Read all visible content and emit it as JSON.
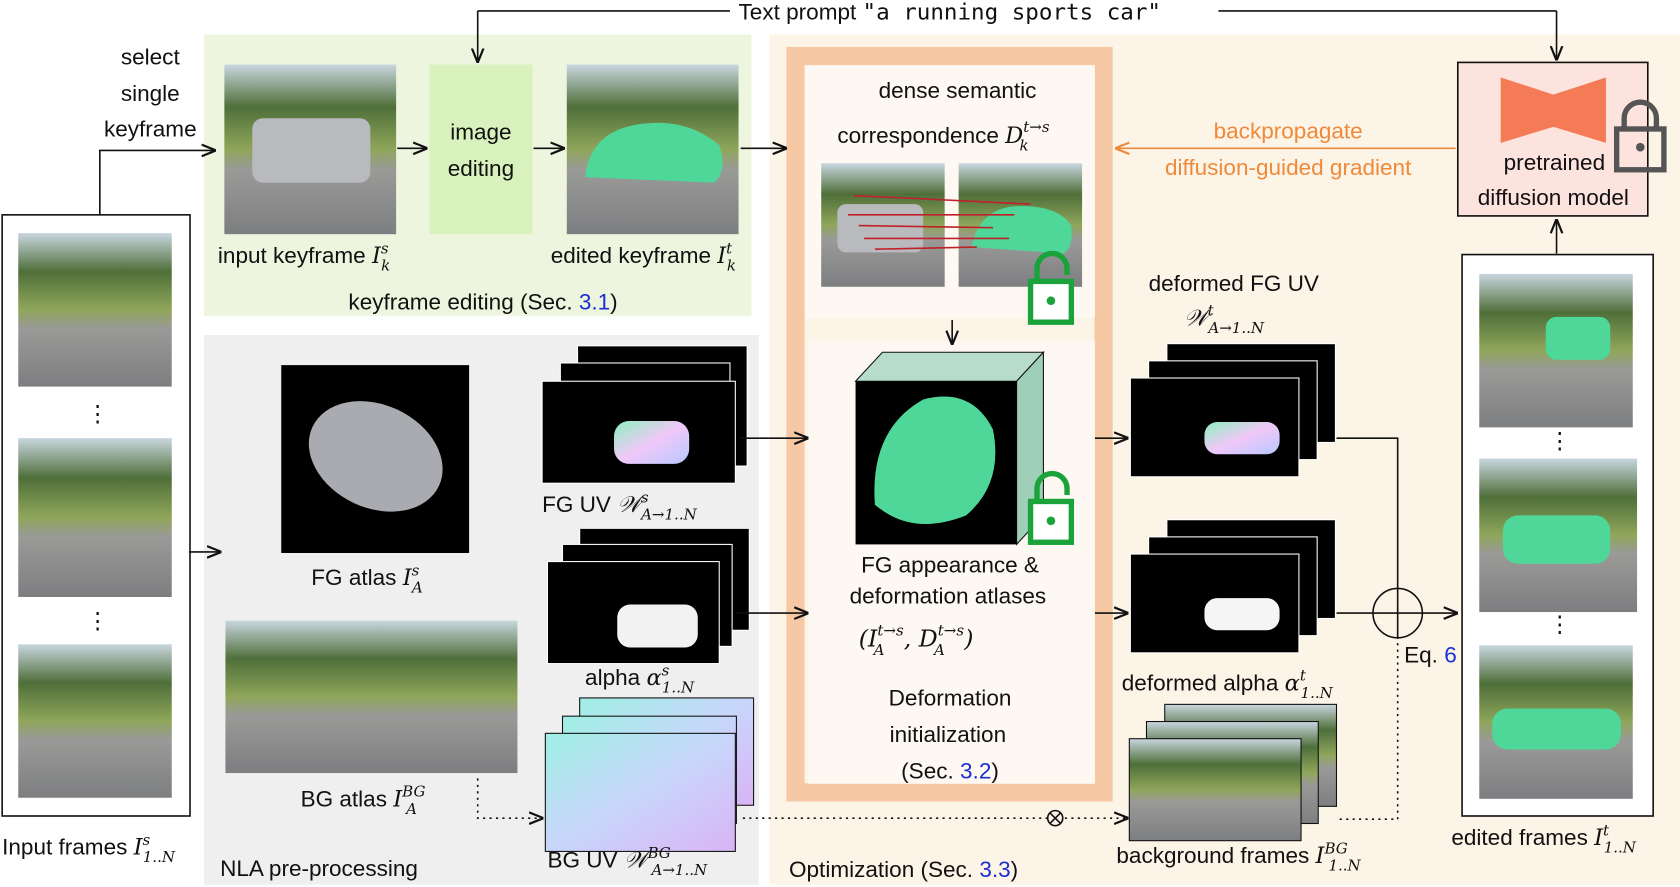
{
  "text_prompt": {
    "label": "Text prompt",
    "value": "\"a running sports car\""
  },
  "select_keyframe": [
    "select",
    "single",
    "keyframe"
  ],
  "keyframe_editing": {
    "input_keyframe": {
      "text": "input keyframe",
      "sym": "I",
      "sup": "s",
      "sub": "k"
    },
    "image_editing": [
      "image",
      "editing"
    ],
    "edited_keyframe": {
      "text": "edited keyframe",
      "sym": "I",
      "sup": "t",
      "sub": "k"
    },
    "caption": "keyframe editing (Sec. ",
    "ref": "3.1",
    "caption_end": ")"
  },
  "input_frames": {
    "text": "Input frames",
    "sym": "I",
    "sup": "s",
    "sub": "1..N"
  },
  "nla": {
    "title": "NLA pre-processing",
    "fg_atlas": {
      "text": "FG atlas",
      "sym": "I",
      "sup": "s",
      "sub": "A"
    },
    "fg_uv": {
      "text": "FG UV",
      "sym": "𝒲",
      "sup": "s",
      "sub": "A→1..N"
    },
    "alpha": {
      "text": "alpha",
      "sym": "α",
      "sup": "s",
      "sub": "1..N"
    },
    "bg_atlas": {
      "text": "BG atlas",
      "sym": "I",
      "sup": "BG",
      "sub": "A"
    },
    "bg_uv": {
      "text": "BG UV",
      "sym": "𝒲",
      "sup": "BG",
      "sub": "A→1..N"
    }
  },
  "optimization": {
    "title": "Optimization (Sec. ",
    "ref": "3.3",
    "title_end": ")",
    "correspondence": {
      "line1": "dense semantic",
      "line2": "correspondence",
      "sym": "D",
      "sup": "t→s",
      "sub": "k"
    },
    "atlases": {
      "line1": "FG appearance &",
      "line2": "deformation atlases",
      "formula": "(I",
      "f_sup1": "t→s",
      "f_sub1": "A",
      "f_mid": ",  D",
      "f_sup2": "t→s",
      "f_sub2": "A",
      "f_end": ")"
    },
    "deformation_init": {
      "line1": "Deformation",
      "line2": "initialization",
      "line3": "(Sec. ",
      "ref": "3.2",
      "end": ")"
    },
    "deformed_fg_uv": {
      "text": "deformed FG UV",
      "sym": "𝒲",
      "sup": "t",
      "sub": "A→1..N"
    },
    "deformed_alpha": {
      "text": "deformed alpha",
      "sym": "α",
      "sup": "t",
      "sub": "1..N"
    },
    "background_frames": {
      "text": "background frames",
      "sym": "I",
      "sup": "BG",
      "sub": "1..N"
    },
    "backpropagate": [
      "backpropagate",
      "diffusion-guided gradient"
    ],
    "eq": "Eq. ",
    "eq_ref": "6"
  },
  "diffusion": {
    "line1": "pretrained",
    "line2": "diffusion model"
  },
  "edited_frames": {
    "text": "edited frames",
    "sym": "I",
    "sup": "t",
    "sub": "1..N"
  },
  "dots": "⋮",
  "colors": {
    "green_panel": "#eef5df",
    "image_editing": "#d9f2bd",
    "gray_panel": "#efefef",
    "beige_panel": "#fdf4e8",
    "orange_frame": "#f6c8a3",
    "orange_accent": "#ee8a3a",
    "diffusion_box": "#fde3de",
    "bowtie": "#f47b56",
    "lock_green": "#1aa33a",
    "lock_gray": "#555555",
    "link_blue": "#1a2fd0",
    "car_green": "#4fd79a",
    "cube_side": "#9fcfb8"
  },
  "icons": [
    "unlock-icon",
    "lock-icon",
    "plus-circle-icon",
    "otimes-icon",
    "arrow-icon"
  ]
}
